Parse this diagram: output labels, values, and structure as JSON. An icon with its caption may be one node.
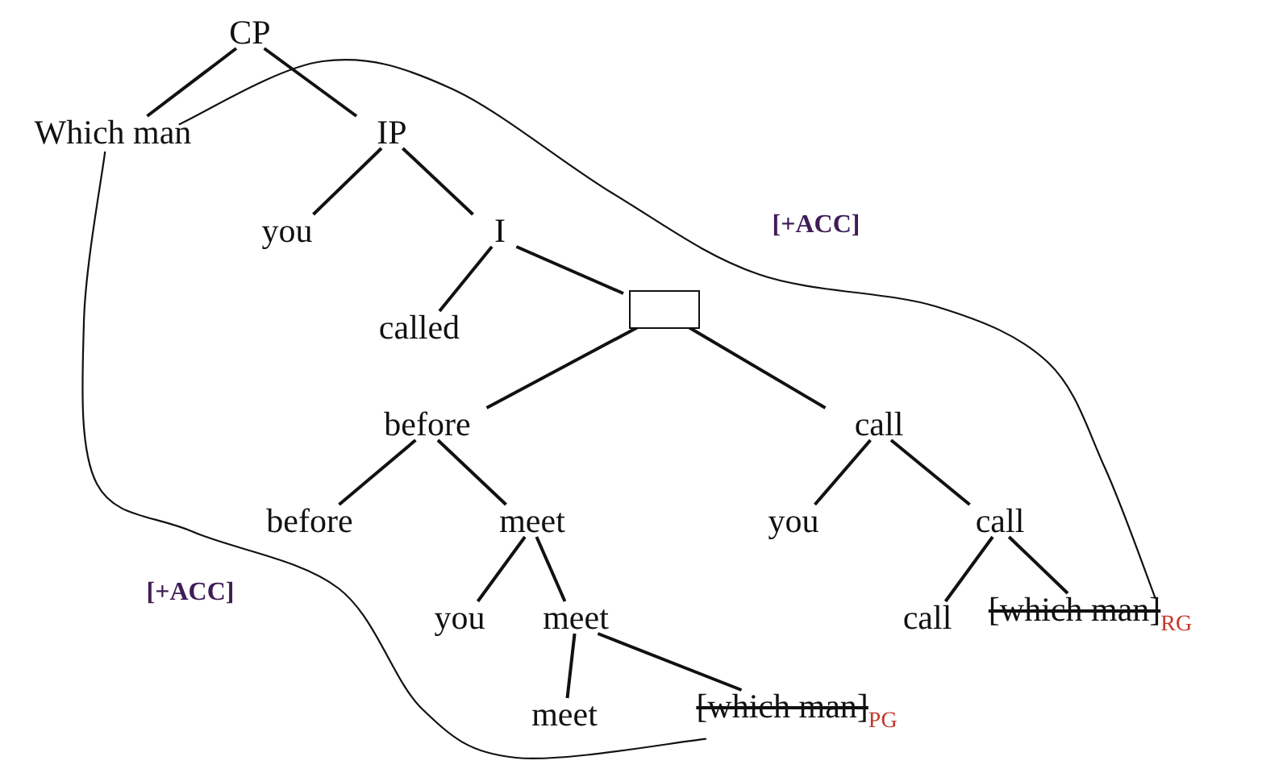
{
  "diagram": {
    "nodes": [
      {
        "text": [
          "CP"
        ]
      },
      {
        "text": [
          "Which man"
        ]
      },
      {
        "text": [
          "IP"
        ]
      },
      {
        "text": [
          "you"
        ]
      },
      {
        "text": [
          "I"
        ]
      },
      {
        "text": [
          "called"
        ]
      },
      {
        "text": [],
        "shape": "box"
      },
      {
        "text": [
          "before"
        ]
      },
      {
        "text": [
          "call"
        ]
      },
      {
        "text": [
          "before"
        ]
      },
      {
        "text": [
          "meet"
        ]
      },
      {
        "text": [
          "you"
        ]
      },
      {
        "text": [
          "call"
        ]
      },
      {
        "text": [
          "you"
        ]
      },
      {
        "text": [
          "meet"
        ]
      },
      {
        "text": [
          "call"
        ]
      },
      {
        "text": [
          "[which man]",
          "RG"
        ]
      },
      {
        "text": [
          "meet"
        ]
      },
      {
        "text": [
          "[which man]",
          "PG"
        ]
      }
    ],
    "edges": [
      {
        "from": 0,
        "to": 1,
        "arrow": "none"
      },
      {
        "from": 0,
        "to": 2,
        "arrow": "none"
      },
      {
        "from": 2,
        "to": 3,
        "arrow": "none"
      },
      {
        "from": 2,
        "to": 4,
        "arrow": "none"
      },
      {
        "from": 4,
        "to": 5,
        "arrow": "none"
      },
      {
        "from": 4,
        "to": 6,
        "arrow": "none"
      },
      {
        "from": 6,
        "to": 7,
        "arrow": "none"
      },
      {
        "from": 6,
        "to": 8,
        "arrow": "none"
      },
      {
        "from": 7,
        "to": 9,
        "arrow": "none"
      },
      {
        "from": 7,
        "to": 10,
        "arrow": "none"
      },
      {
        "from": 10,
        "to": 13,
        "arrow": "none"
      },
      {
        "from": 10,
        "to": 14,
        "arrow": "none"
      },
      {
        "from": 14,
        "to": 17,
        "arrow": "none"
      },
      {
        "from": 14,
        "to": 18,
        "arrow": "none"
      },
      {
        "from": 8,
        "to": 11,
        "arrow": "none"
      },
      {
        "from": 8,
        "to": 12,
        "arrow": "none"
      },
      {
        "from": 12,
        "to": 15,
        "arrow": "none"
      },
      {
        "from": 12,
        "to": 16,
        "arrow": "none"
      },
      {
        "from": 1,
        "to": 16,
        "arrow": "none",
        "label": "[+ACC]"
      },
      {
        "from": 1,
        "to": 18,
        "arrow": "none",
        "label": "[+ACC]"
      }
    ]
  }
}
